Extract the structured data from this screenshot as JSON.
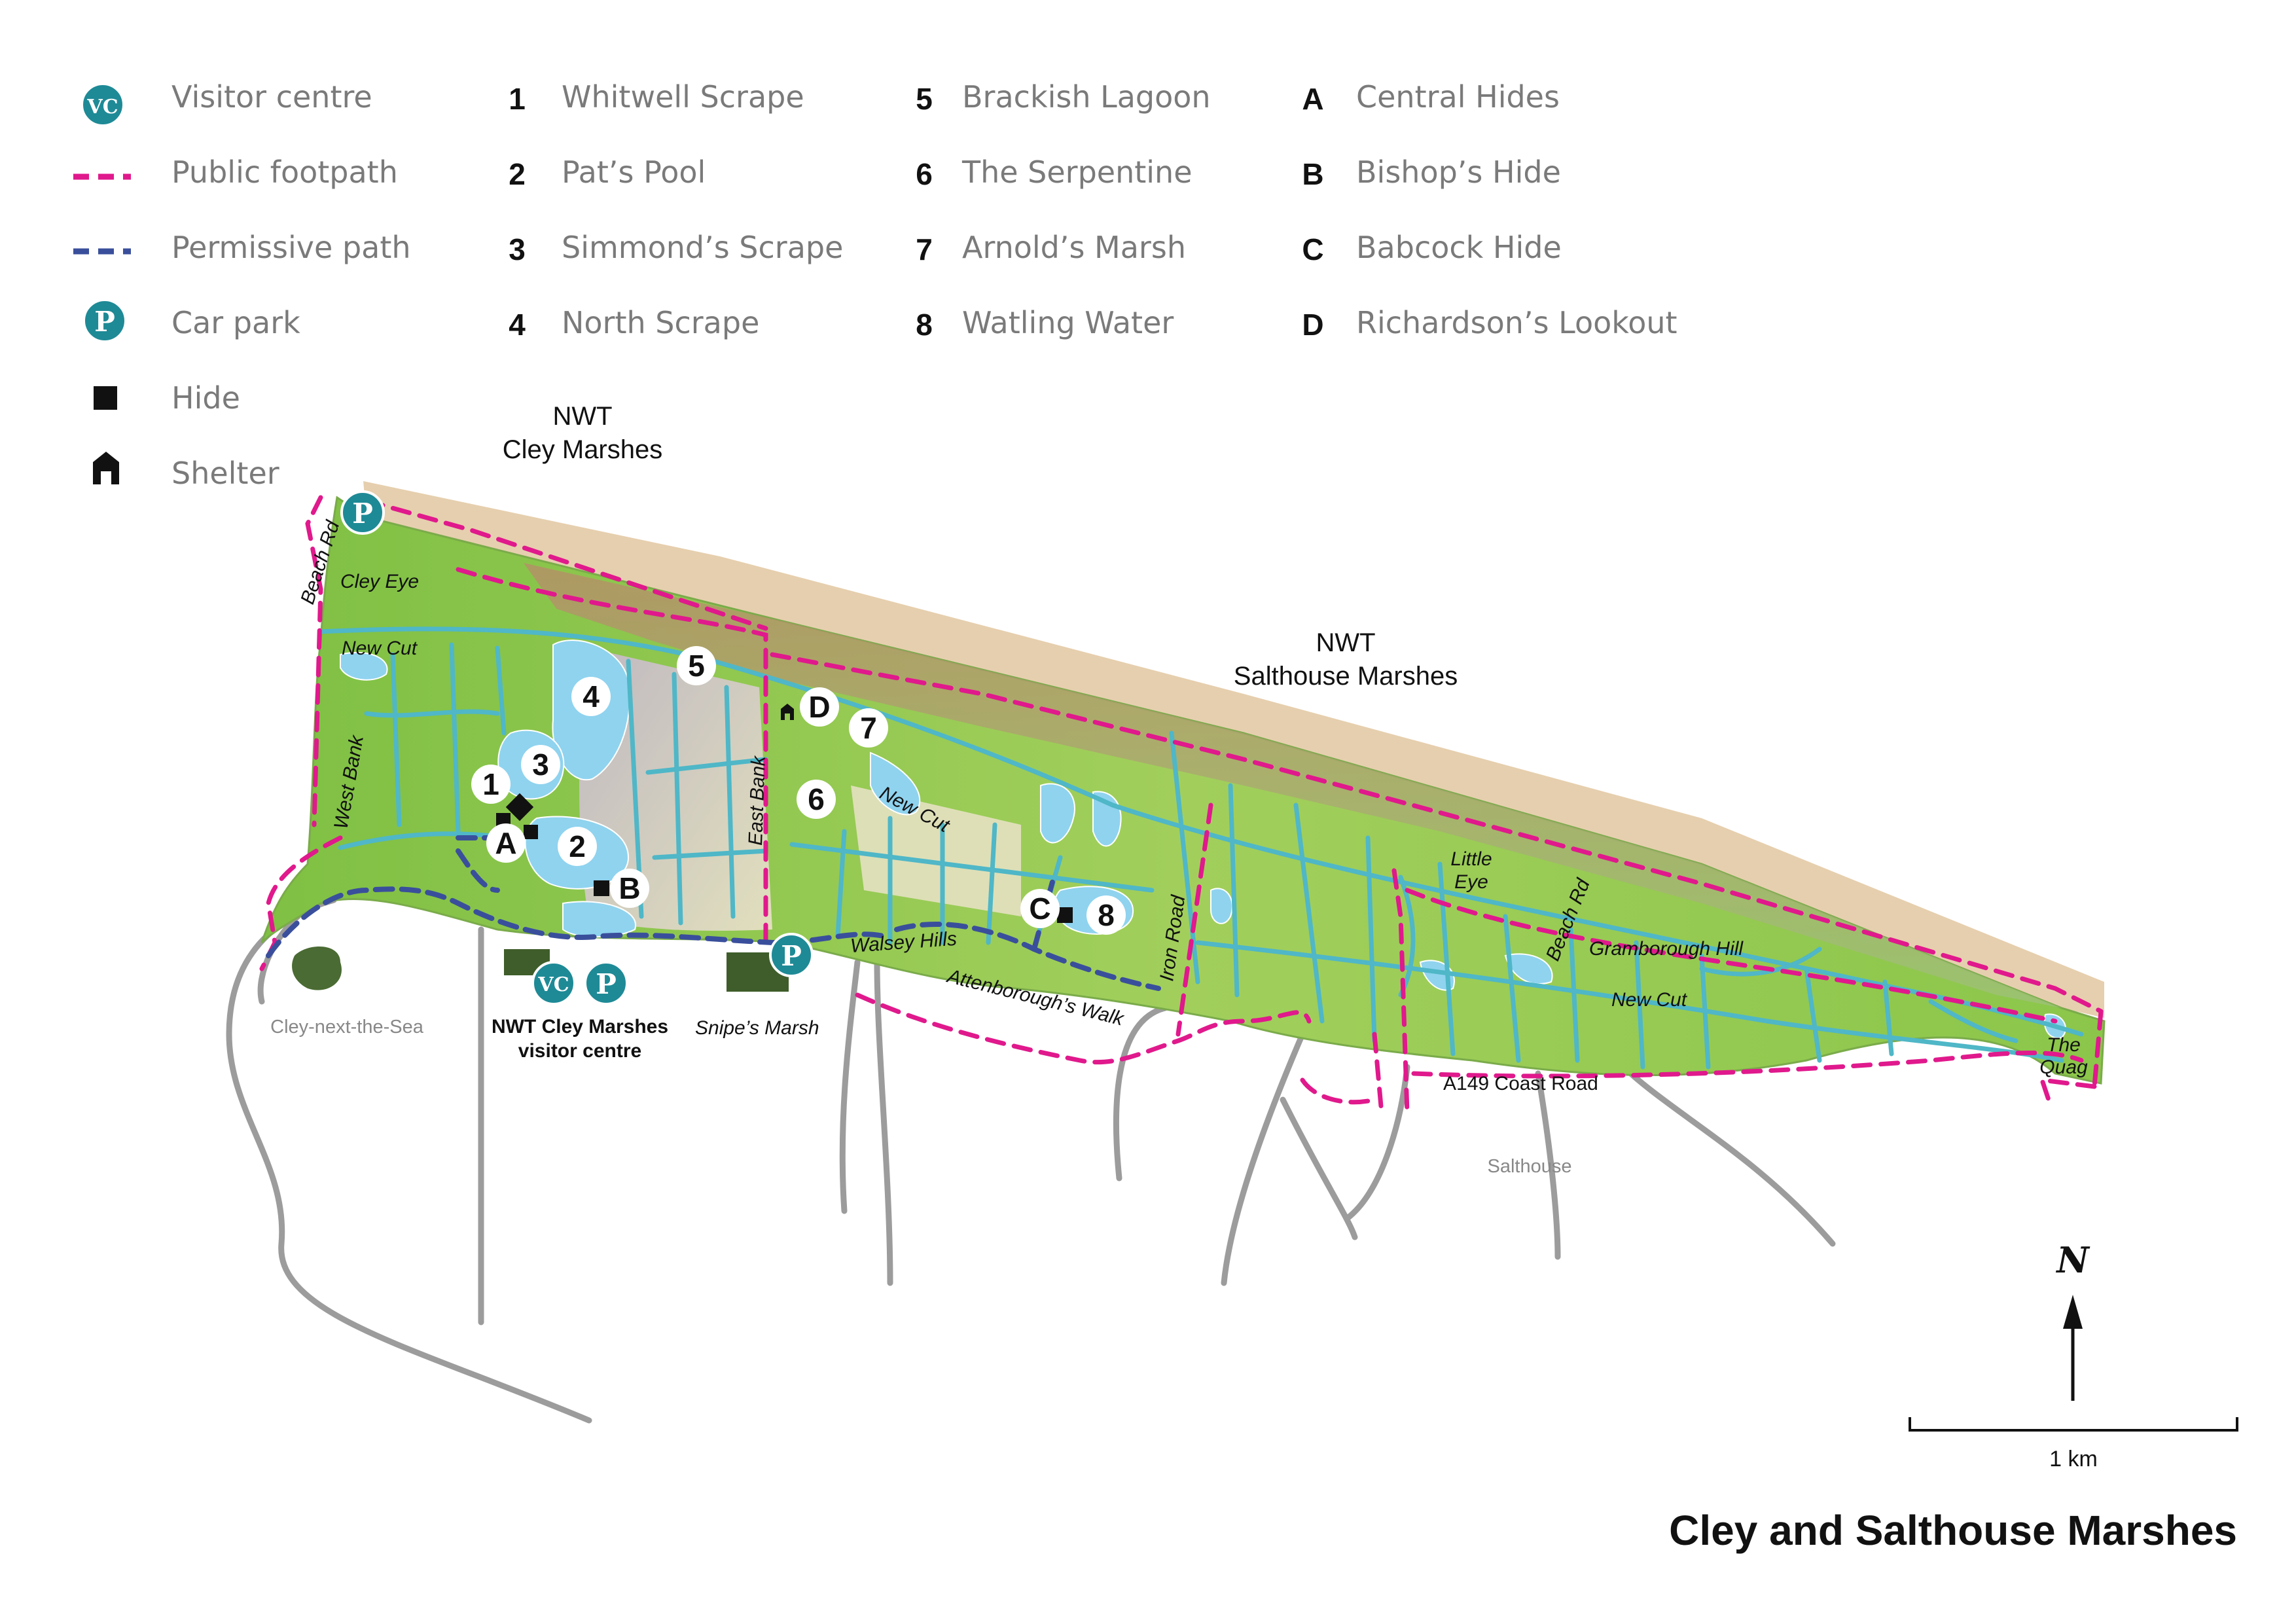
{
  "title": "Cley and Salthouse Marshes",
  "legend": {
    "symbols": [
      {
        "icon": "visitor-centre-icon",
        "icon_text": "VC",
        "label": "Visitor centre"
      },
      {
        "icon": "public-footpath-line",
        "label": "Public footpath"
      },
      {
        "icon": "permissive-path-line",
        "label": "Permissive path"
      },
      {
        "icon": "car-park-icon",
        "icon_text": "P",
        "label": "Car park"
      },
      {
        "icon": "hide-icon",
        "label": "Hide"
      },
      {
        "icon": "shelter-icon",
        "label": "Shelter"
      }
    ],
    "numbered": [
      {
        "key": "1",
        "label": "Whitwell Scrape"
      },
      {
        "key": "2",
        "label": "Pat’s Pool"
      },
      {
        "key": "3",
        "label": "Simmond’s Scrape"
      },
      {
        "key": "4",
        "label": "North Scrape"
      },
      {
        "key": "5",
        "label": "Brackish Lagoon"
      },
      {
        "key": "6",
        "label": "The Serpentine"
      },
      {
        "key": "7",
        "label": "Arnold’s Marsh"
      },
      {
        "key": "8",
        "label": "Watling Water"
      }
    ],
    "lettered": [
      {
        "key": "A",
        "label": "Central Hides"
      },
      {
        "key": "B",
        "label": "Bishop’s Hide"
      },
      {
        "key": "C",
        "label": "Babcock Hide"
      },
      {
        "key": "D",
        "label": "Richardson’s Lookout"
      }
    ]
  },
  "regions": {
    "cley_line1": "NWT",
    "cley_line2": "Cley Marshes",
    "salthouse_line1": "NWT",
    "salthouse_line2": "Salthouse Marshes"
  },
  "places": {
    "beach_rd_west": "Beach Rd",
    "cley_eye": "Cley Eye",
    "new_cut_west": "New Cut",
    "west_bank": "West Bank",
    "east_bank": "East Bank",
    "new_cut_middle": "New Cut",
    "walsey_hills": "Walsey Hills",
    "attenboroughs_walk": "Attenborough’s Walk",
    "iron_road": "Iron Road",
    "little_eye_1": "Little",
    "little_eye_2": "Eye",
    "beach_rd_east": "Beach Rd",
    "gramborough_hill": "Gramborough Hill",
    "new_cut_east": "New Cut",
    "the_quag_1": "The",
    "the_quag_2": "Quag",
    "snipes_marsh": "Snipe’s Marsh",
    "a149": "A149 Coast Road",
    "cley_next_the_sea": "Cley-next-the-Sea",
    "salthouse": "Salthouse",
    "vc_line1": "NWT Cley Marshes",
    "vc_line2": "visitor centre"
  },
  "map_icons": {
    "vc": "VC",
    "p": "P"
  },
  "scale": {
    "label": "1 km"
  },
  "north": {
    "label": "N"
  },
  "colors": {
    "footpath": "#e0198c",
    "permissive": "#3a4f9c",
    "teal_icon": "#1e8a96",
    "marsh_green": "#8cc84b",
    "water": "#8fd3ef",
    "shingle": "#e6cfae"
  }
}
